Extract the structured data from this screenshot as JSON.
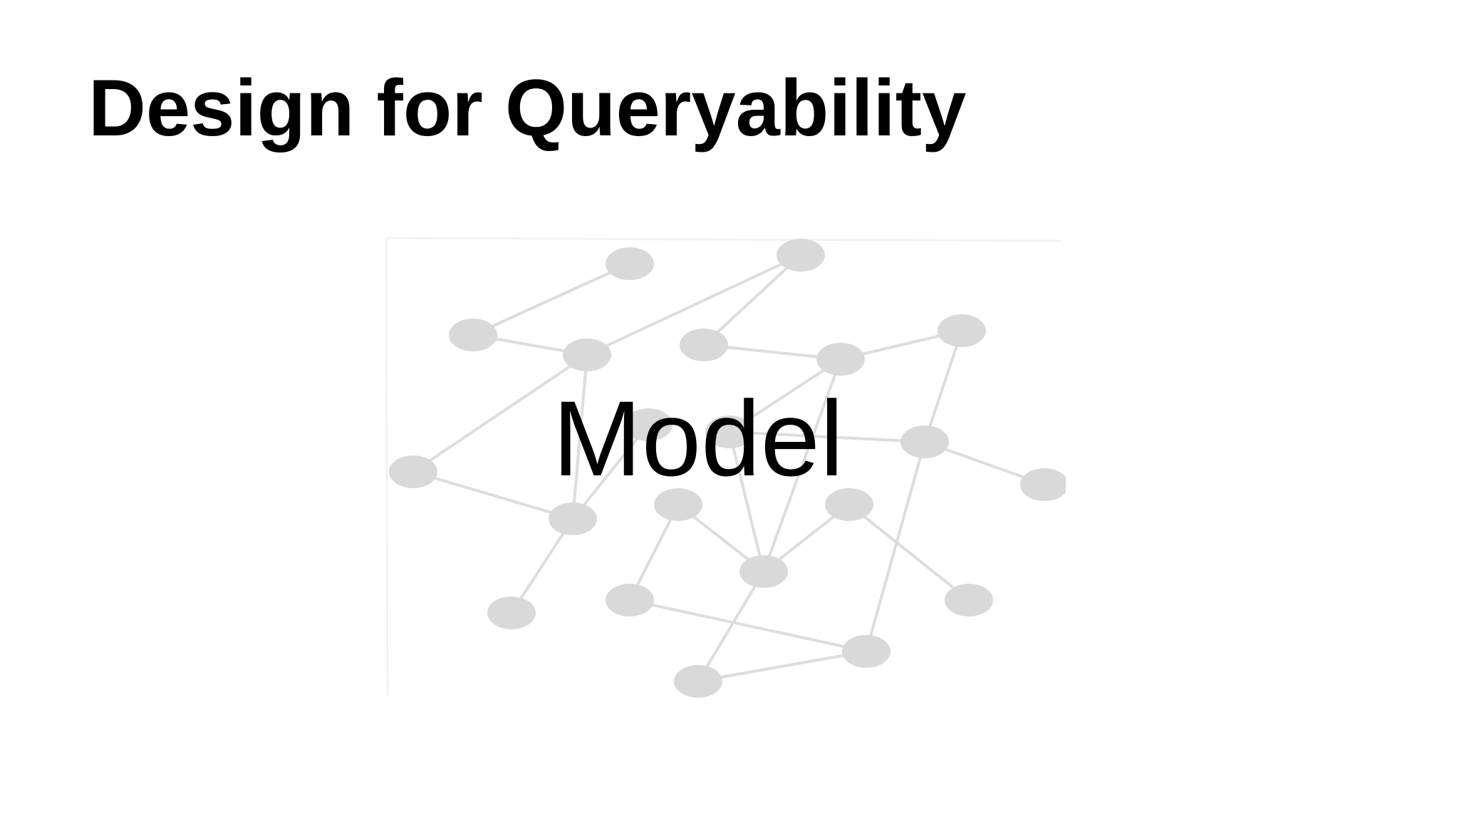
{
  "slide": {
    "title": "Design for Queryability",
    "overlay_label": "Model"
  },
  "graph_image": {
    "description_icon": "network-graph-image",
    "node_color": "#d9d9d9",
    "edge_color": "#dddddd"
  }
}
